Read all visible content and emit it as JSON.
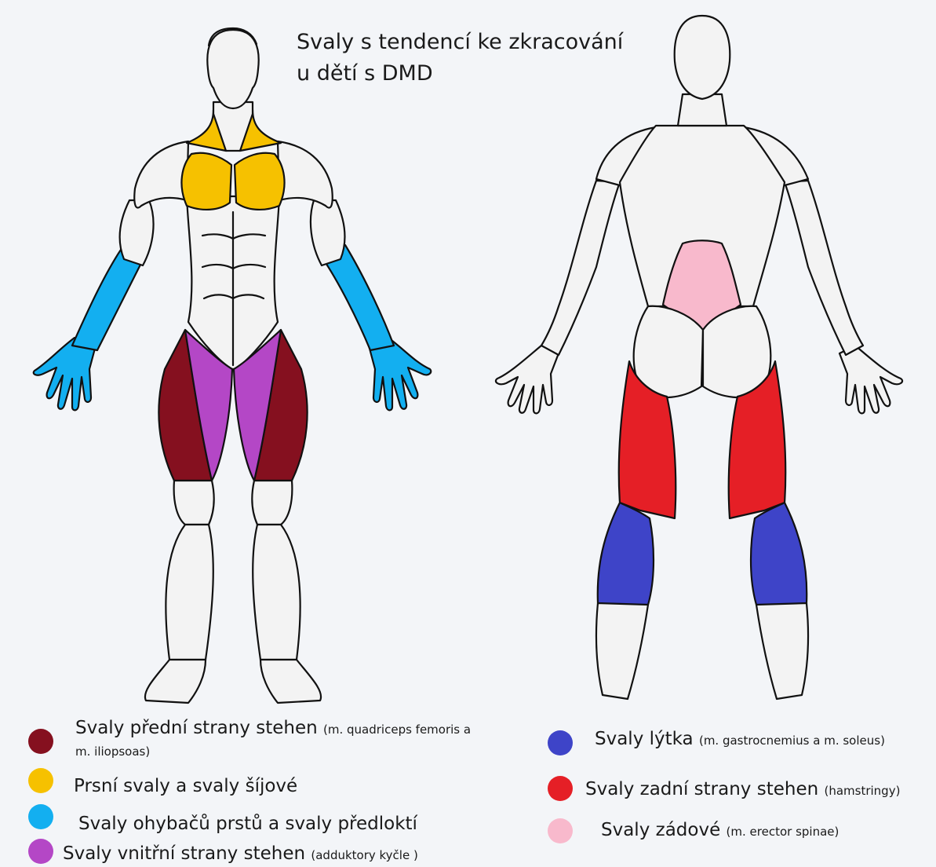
{
  "title": {
    "line1": "Svaly s tendencí ke zkracování",
    "line2": "u dětí s DMD"
  },
  "colors": {
    "quadriceps": "#85101f",
    "chest_neck": "#f6c100",
    "forearm": "#13aff0",
    "adductors": "#b447c6",
    "calf": "#3e44c8",
    "hamstrings": "#e51f26",
    "back": "#f8b9cc",
    "outline": "#111111",
    "body_fill": "#f3f3f3"
  },
  "legend": {
    "quadriceps": {
      "main": "Svaly přední strany stehen",
      "detail": "(m. quadriceps femoris a",
      "detail2": "m. iliopsoas)"
    },
    "chest_neck": {
      "main": "Prsní svaly a svaly šíjové"
    },
    "forearm": {
      "main": "Svaly ohybačů prstů a svaly předloktí"
    },
    "adductors": {
      "main": "Svaly vnitřní strany stehen",
      "detail": "(adduktory kyčle )"
    },
    "calf": {
      "main": "Svaly lýtka",
      "detail": "(m. gastrocnemius a m. soleus)"
    },
    "hamstrings": {
      "main": "Svaly zadní strany stehen",
      "detail": "(hamstringy)"
    },
    "back": {
      "main": "Svaly zádové",
      "detail": "(m. erector spinae)"
    }
  }
}
